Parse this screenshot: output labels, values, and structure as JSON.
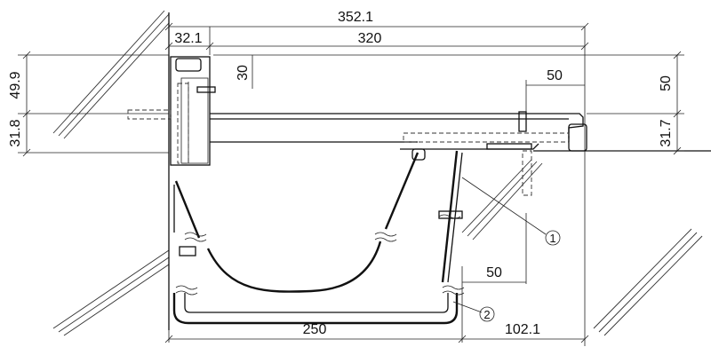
{
  "dimensions": {
    "overall_width": "352.1",
    "left_part": "32.1",
    "span": "320",
    "depth": "30",
    "left_height_top": "49.9",
    "left_height_bottom": "31.8",
    "right_offset_top": "50",
    "right_height_top": "50",
    "right_height_bottom": "31.7",
    "lower_offset": "50",
    "bottom_width": "250",
    "bottom_right": "102.1"
  },
  "callouts": {
    "one": "1",
    "two": "2"
  },
  "colors": {
    "line": "#111111",
    "background": "#ffffff"
  }
}
